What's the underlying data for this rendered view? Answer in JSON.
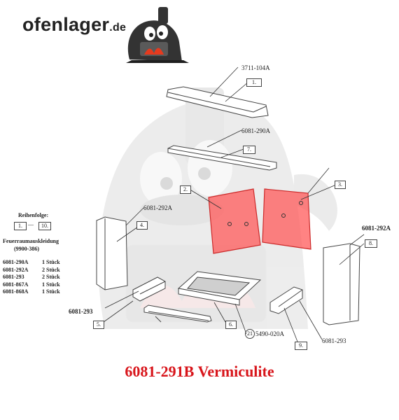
{
  "logo": {
    "brand": "ofenlager",
    "tld": ".de"
  },
  "callouts": {
    "p1_code": "3711-104A",
    "p7_code": "6081-290A",
    "p4_code": "6081-292A",
    "p8_code": "6081-292A",
    "p5_code": "6081-293",
    "p9_code": "6081-293",
    "p6_circle": "21",
    "p6_code": "5490-020A"
  },
  "part_numbers": {
    "n1": "1.",
    "n2": "2.",
    "n3": "3.",
    "n4": "4.",
    "n5": "5.",
    "n6": "6.",
    "n7": "7.",
    "n8": "8.",
    "n9": "9."
  },
  "sequence": {
    "label": "Reihenfolge:",
    "from": "1.",
    "dash": "—",
    "to": "10."
  },
  "parts_list": {
    "heading": "Feuerraumauskleidung",
    "subheading": "(9900-386)",
    "rows": [
      {
        "code": "6081-290A",
        "qty": "1 Stück"
      },
      {
        "code": "6081-292A",
        "qty": "2 Stück"
      },
      {
        "code": "6081-293",
        "qty": "2 Stück"
      },
      {
        "code": "6081-867A",
        "qty": "1 Stück"
      },
      {
        "code": "6081-868A",
        "qty": "1 Stück"
      }
    ]
  },
  "title": "6081-291B Vermiculite",
  "colors": {
    "highlight": "#ff5a5a",
    "title": "#d8151b",
    "watermark": "#e6e6e6"
  }
}
